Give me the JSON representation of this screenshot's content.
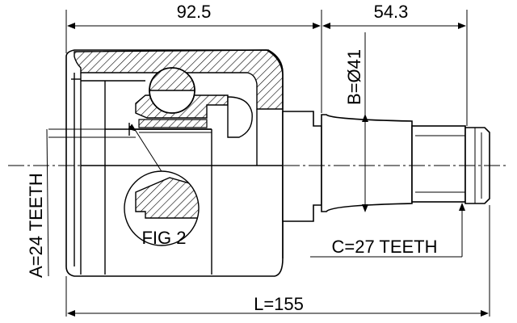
{
  "labels": {
    "dim_top_left": "92.5",
    "dim_top_right": "54.3",
    "dim_b": "B=Ø41",
    "dim_a": "A=24 TEETH",
    "fig": "FIG 2",
    "dim_c": "C=27 TEETH",
    "dim_l": "L=155"
  },
  "colors": {
    "line": "#000000",
    "background": "#ffffff"
  }
}
